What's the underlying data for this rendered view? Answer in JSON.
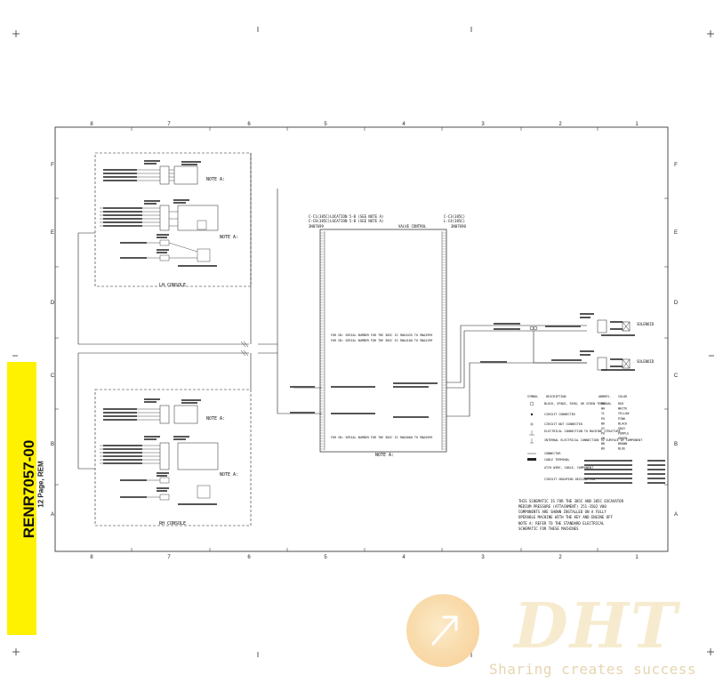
{
  "document": {
    "id": "RENR7057-00",
    "pages": "12 Page, REM"
  },
  "grid": {
    "columns": [
      "8",
      "7",
      "6",
      "5",
      "4",
      "3",
      "2",
      "1"
    ],
    "rows": [
      "F",
      "E",
      "D",
      "C",
      "B",
      "A"
    ]
  },
  "consoles": {
    "lh_title": "LH CONSOLE",
    "rh_title": "RH CONSOLE",
    "note_a": "NOTE A:"
  },
  "valve": {
    "left_header": [
      "C-C1(385C)LOCATION 5-B (SEE NOTE A)",
      "C-C8(385C)LOCATION 5-B (SEE NOTE A)"
    ],
    "center_header": "VALVE CONTROL",
    "right_header": [
      "C-C3(385C)",
      "L-C4(385C)"
    ],
    "left_part": "3N07699",
    "right_part": "3N07690",
    "note_a": "NOTE A:",
    "fine_text": [
      "FOR SN: SERIAL NUMBER FOR THE 385C IS 9NA3435 TO 9NA3999",
      "FOR SN: SERIAL NUMBER FOR THE 385C IS 9NA4100 TO 9NA4199",
      "FOR SN: SERIAL NUMBER FOR THE 385C IS 9NA5000 TO 9NA5999"
    ]
  },
  "solenoids": {
    "top_label": "SOLENOID",
    "bottom_label": "SOLENOID"
  },
  "legend": {
    "symbol_header": "SYMBOL",
    "desc_header": "DESCRIPTION",
    "abbr_header": "ABBREV.",
    "color_header": "COLOR",
    "symbols": [
      "BLOCK, SPADE, RING, OR SCREW TERMINAL",
      "CIRCUIT CONNECTED",
      "CIRCUIT NOT CONNECTED",
      "ELECTRICAL CONNECTION TO MACHINE STRUCTURE",
      "INTERNAL ELECTRICAL CONNECTION TO SURFACE OF COMPONENT",
      "CONNECTOR",
      "CABLE TERMINAL",
      "ATCH WIRE, CABLE, COMPONENT",
      "CIRCUIT GROUPING DESIGNATION"
    ],
    "colors": [
      [
        "RD",
        "RED"
      ],
      [
        "WH",
        "WHITE"
      ],
      [
        "YL",
        "YELLOW"
      ],
      [
        "PU",
        "PINK"
      ],
      [
        "BK",
        "BLACK"
      ],
      [
        "GY",
        "GRAY"
      ],
      [
        "PU",
        "PURPLE"
      ],
      [
        "GN",
        "GREEN"
      ],
      [
        "BR",
        "BROWN"
      ],
      [
        "BU",
        "BLUE"
      ]
    ]
  },
  "schematic_note": [
    "THIS SCHEMATIC IS FOR THE 385C AND 385C EXCAVATOR",
    "MEDIUM PRESSURE (ATTACHMENT) 251-3502 V00",
    "COMPONENTS ARE SHOWN INSTALLED ON A FULLY",
    "OPERABLE MACHINE WITH THE KEY AND ENGINE OFF",
    "NOTE A: REFER TO THE STANDARD ELECTRICAL",
    "SCHEMATIC FOR THESE MACHINES"
  ],
  "watermark": {
    "logo": "DHT",
    "tagline": "Sharing creates success"
  }
}
